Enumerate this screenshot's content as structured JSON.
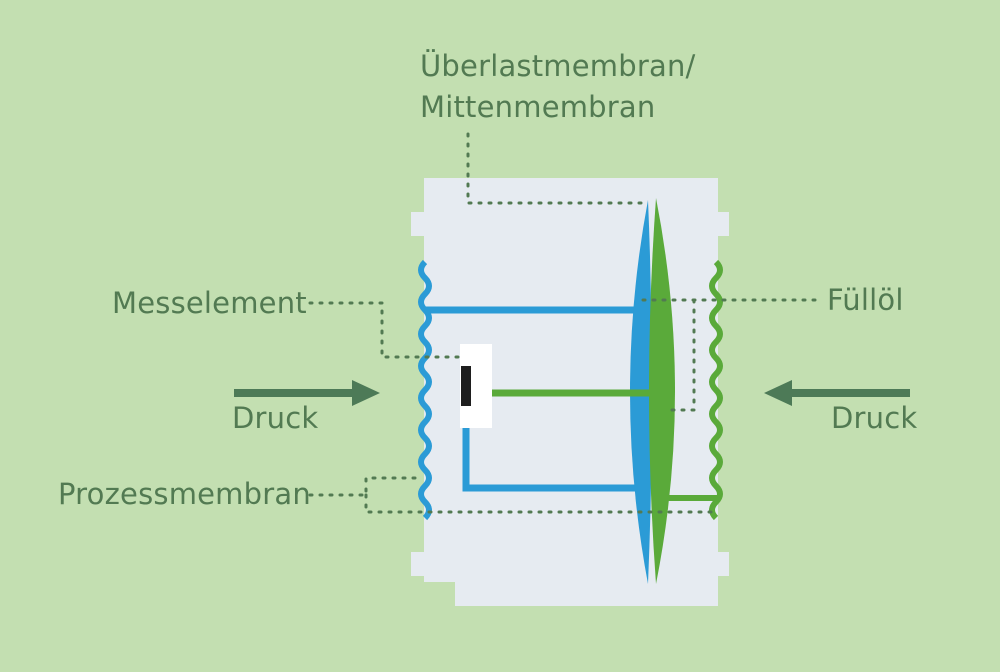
{
  "labels": {
    "overload_line1": "Überlastmembran/",
    "overload_line2": "Mittenmembran",
    "measuring_element": "Messelement",
    "fill_oil": "Füllöl",
    "pressure_left": "Druck",
    "pressure_right": "Druck",
    "process_membrane": "Prozessmembran"
  },
  "colors": {
    "background": "#c3dfb1",
    "body": "#e6ebf1",
    "blue": "#2b9bd6",
    "green": "#5aaa3a",
    "arrow": "#4d7a57",
    "leader": "#527a52",
    "sensor": "#1e1e1e"
  }
}
